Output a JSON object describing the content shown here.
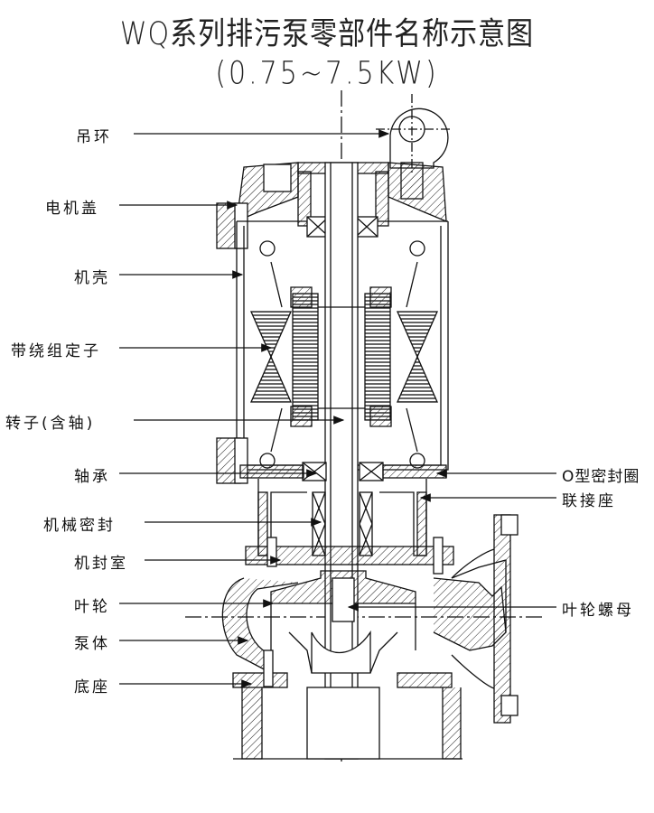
{
  "title": "WQ系列排污泵零部件名称示意图",
  "subtitle": "(0.75~7.5KW)",
  "labels_left": [
    {
      "text": "吊环"
    },
    {
      "text": "电机盖"
    },
    {
      "text": "机壳"
    },
    {
      "text": "带绕组定子"
    },
    {
      "text": "转子(含轴)"
    },
    {
      "text": "轴承"
    },
    {
      "text": "机械密封"
    },
    {
      "text": "机封室"
    },
    {
      "text": "叶轮"
    },
    {
      "text": "泵体"
    },
    {
      "text": "底座"
    }
  ],
  "labels_right": [
    {
      "text": "O型密封圈"
    },
    {
      "text": "联接座"
    },
    {
      "text": "叶轮螺母"
    }
  ]
}
